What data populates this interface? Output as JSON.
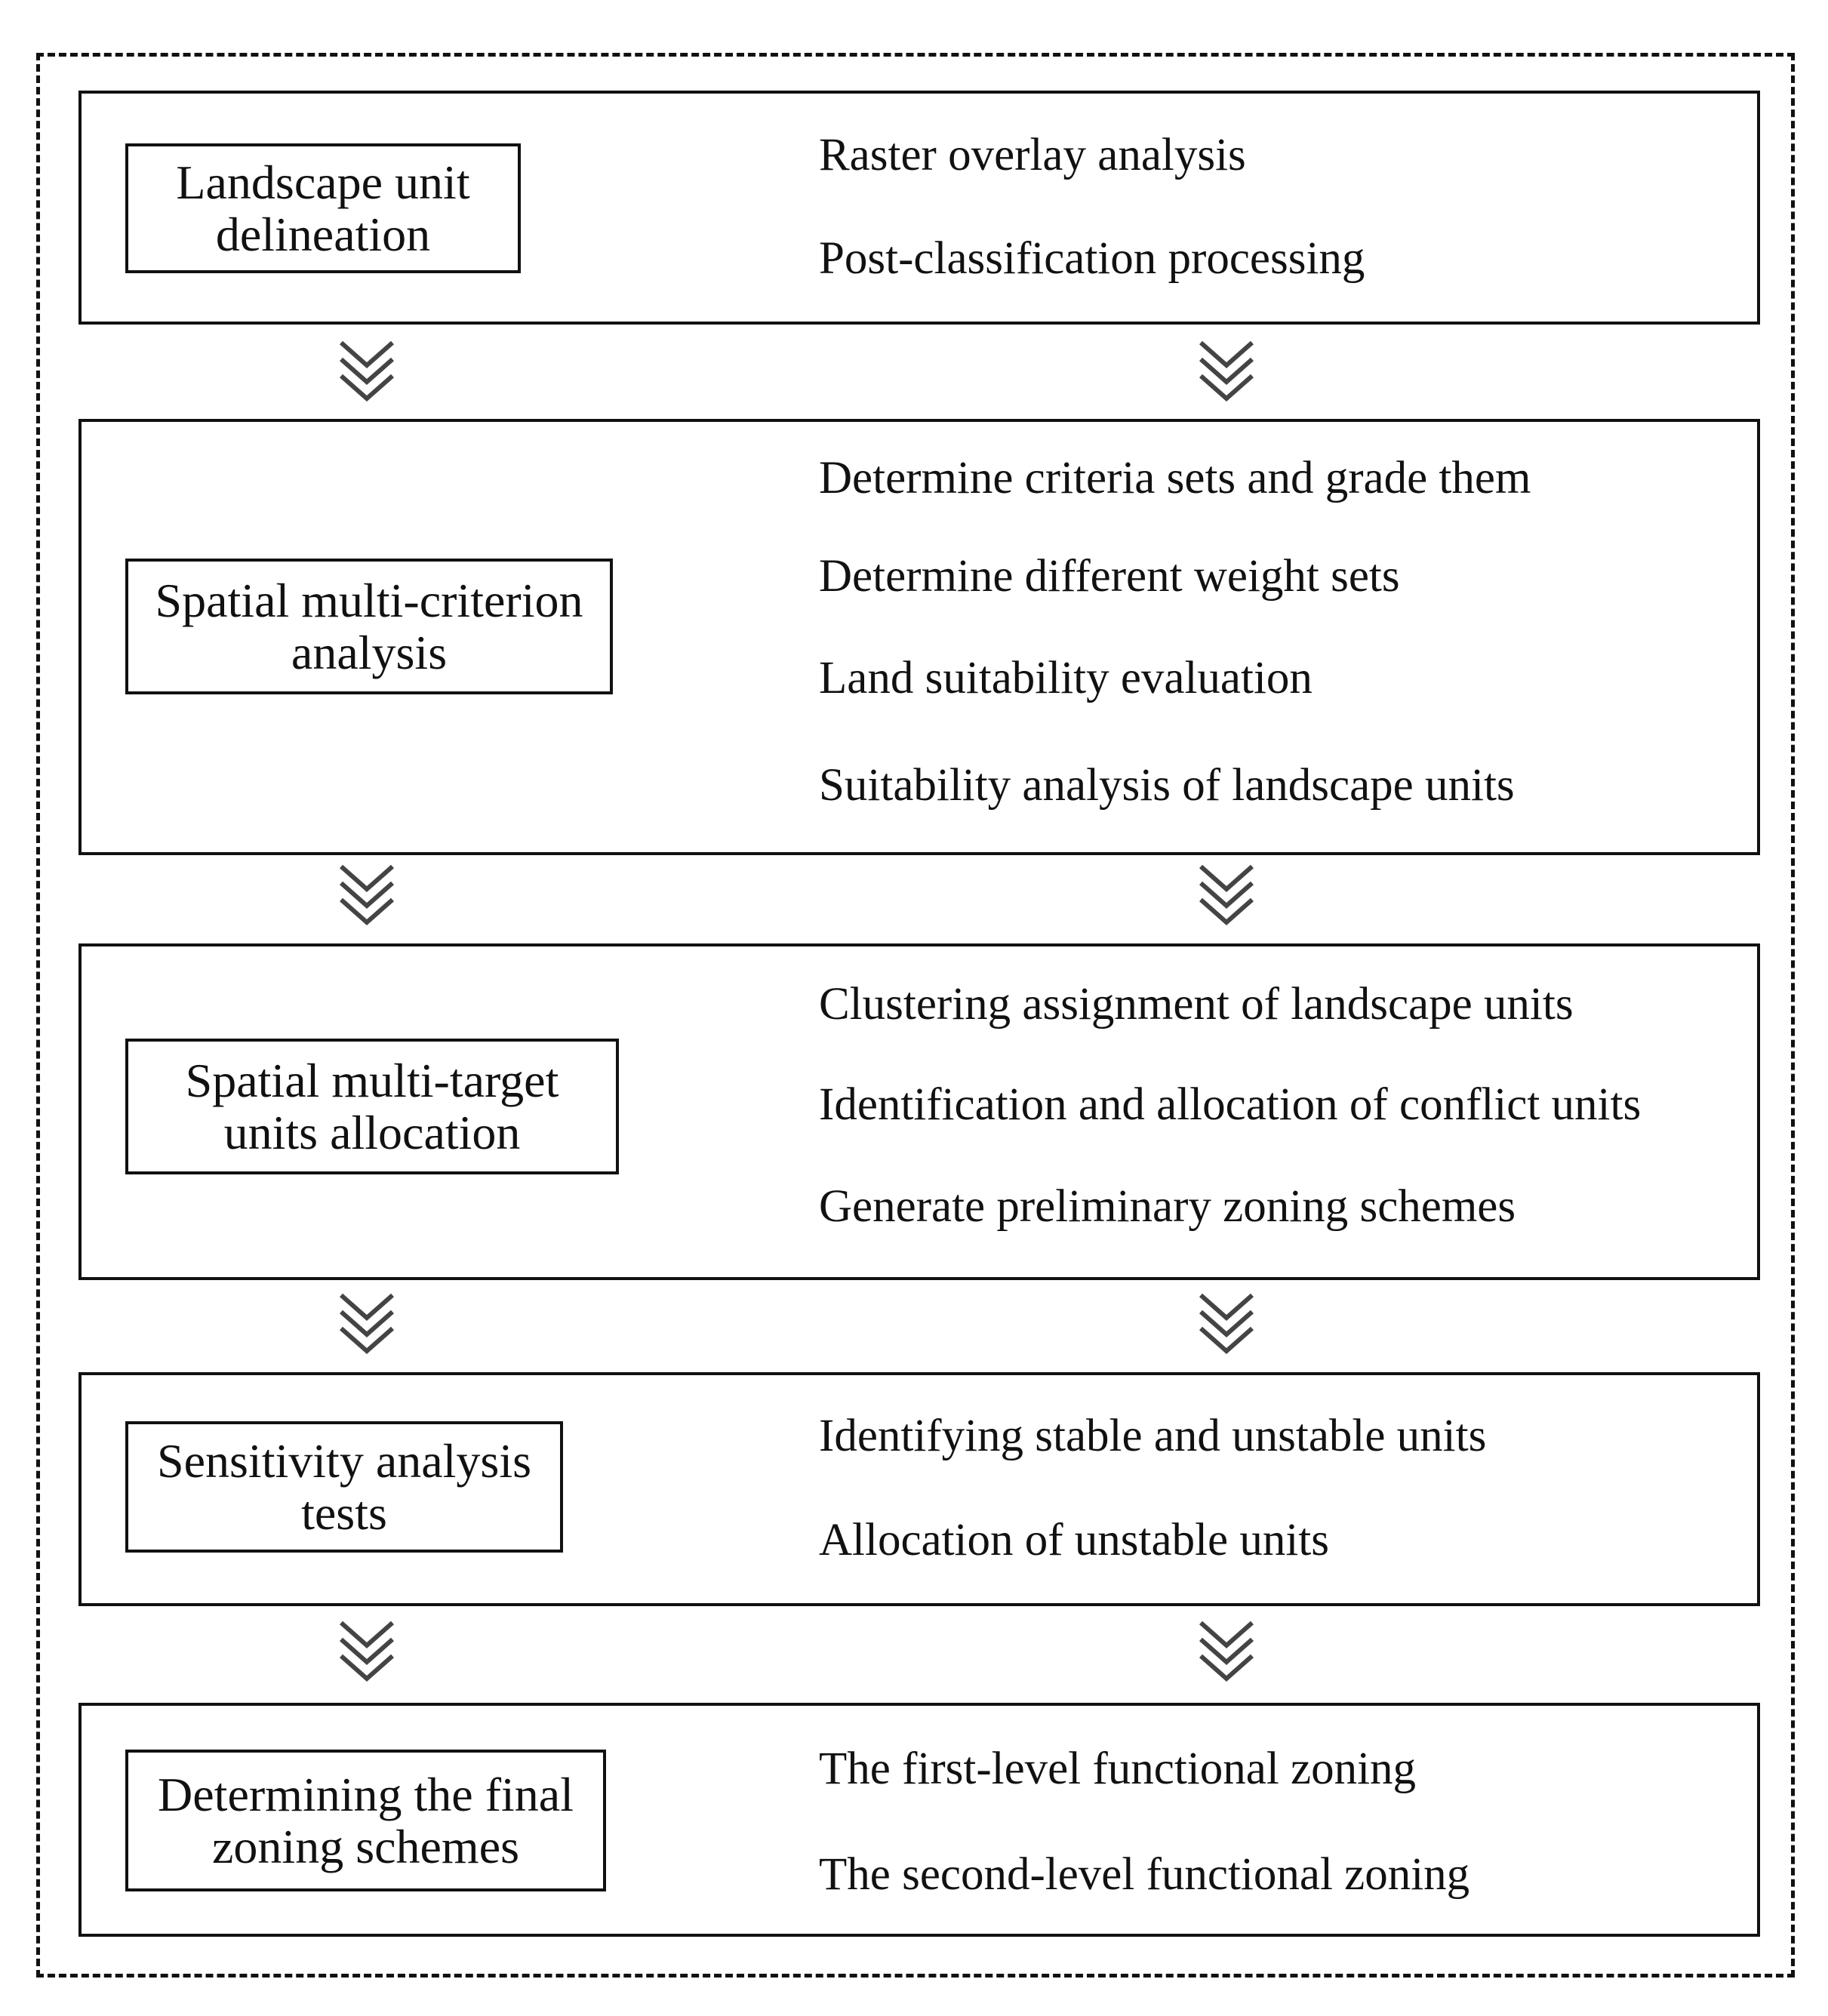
{
  "stages": [
    {
      "title_line1": "Landscape unit",
      "title_line2": "delineation",
      "items": [
        "Raster overlay  analysis",
        "Post-classification processing"
      ]
    },
    {
      "title_line1": "Spatial multi-criterion",
      "title_line2": "analysis",
      "items": [
        "Determine criteria sets and grade them",
        "Determine different weight sets",
        "Land suitability evaluation",
        "Suitability analysis of landscape units"
      ]
    },
    {
      "title_line1": "Spatial multi-target",
      "title_line2": "units allocation",
      "items": [
        "Clustering assignment of landscape units",
        "Identification and allocation of conflict units",
        "Generate preliminary zoning schemes"
      ]
    },
    {
      "title_line1": "Sensitivity analysis",
      "title_line2": "tests",
      "items": [
        "Identifying stable and unstable units",
        "Allocation of unstable units"
      ]
    },
    {
      "title_line1": "Determining the final",
      "title_line2": "zoning schemes",
      "items": [
        "The first-level functional zoning",
        "The second-level functional zoning"
      ]
    }
  ],
  "arrow_icon": "triple-chevron-down-icon"
}
